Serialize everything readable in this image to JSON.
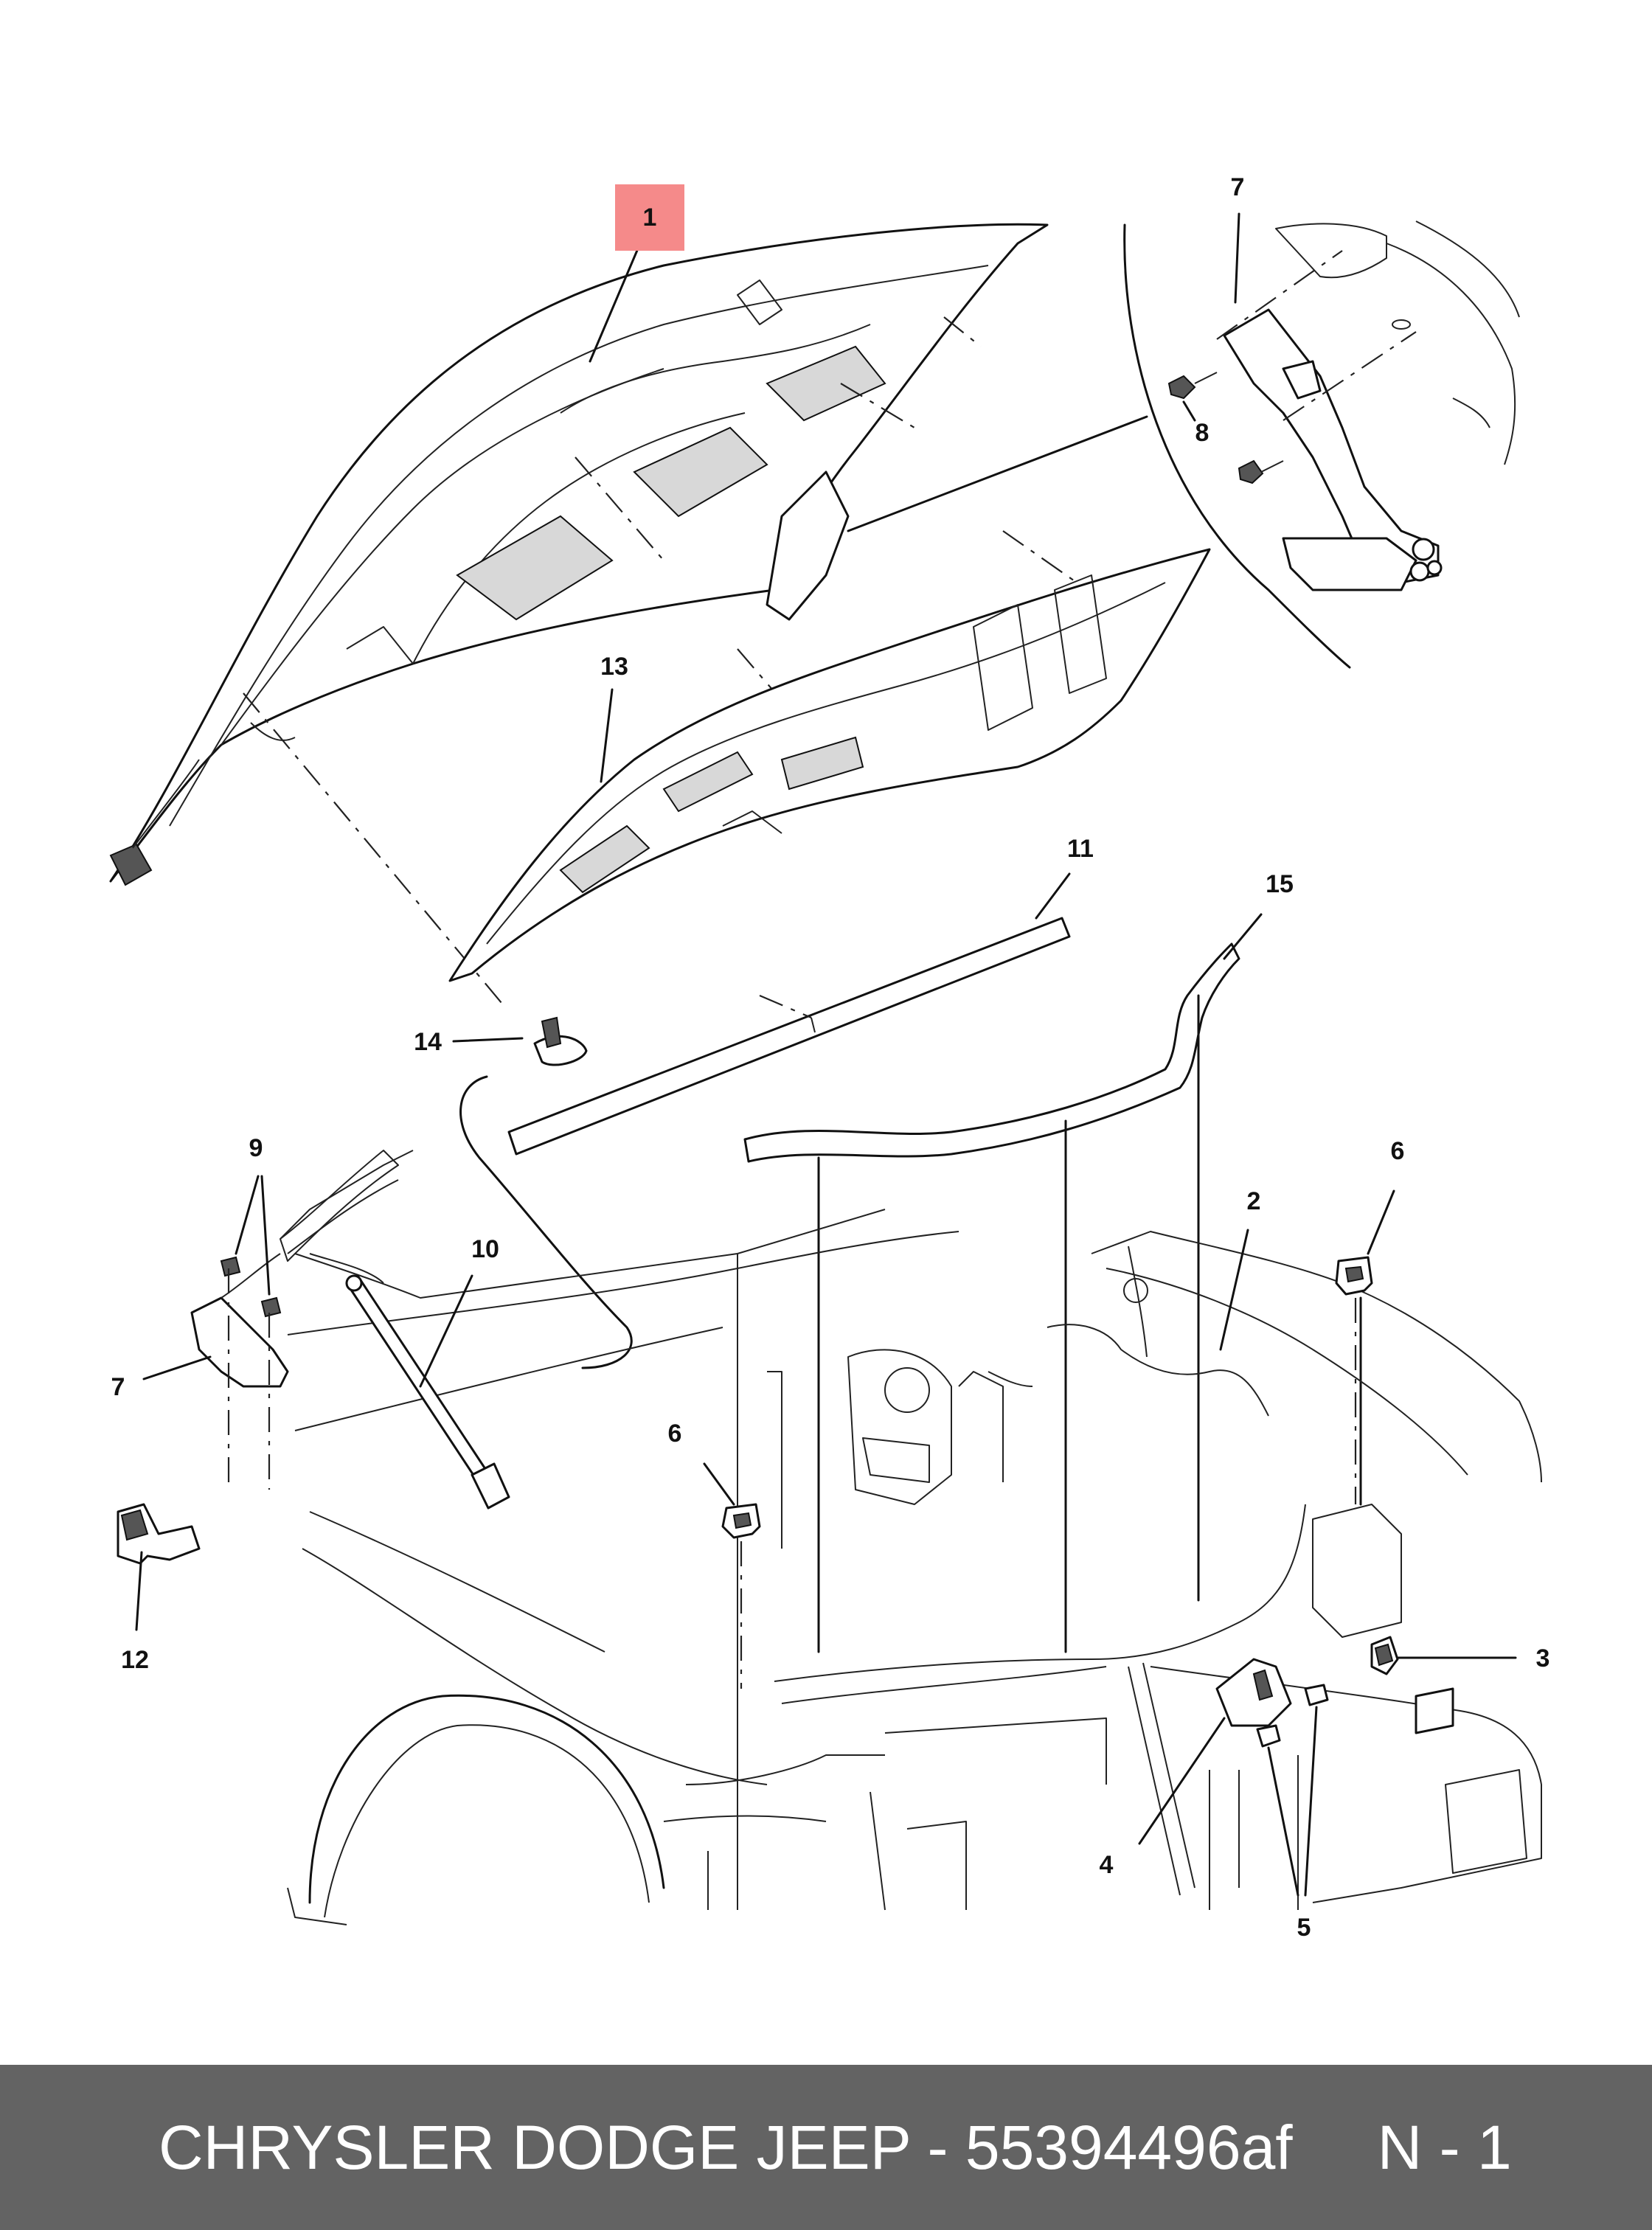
{
  "callouts": [
    "1",
    "7",
    "8",
    "13",
    "11",
    "15",
    "14",
    "9",
    "10",
    "6",
    "2",
    "6",
    "7",
    "3",
    "12",
    "4",
    "5"
  ],
  "footer": {
    "title": "CHRYSLER DODGE JEEP - 55394496af",
    "page": "N - 1"
  },
  "colors": {
    "footer_bg": "#636363",
    "highlight": "#f58a8a",
    "line": "#111111"
  }
}
